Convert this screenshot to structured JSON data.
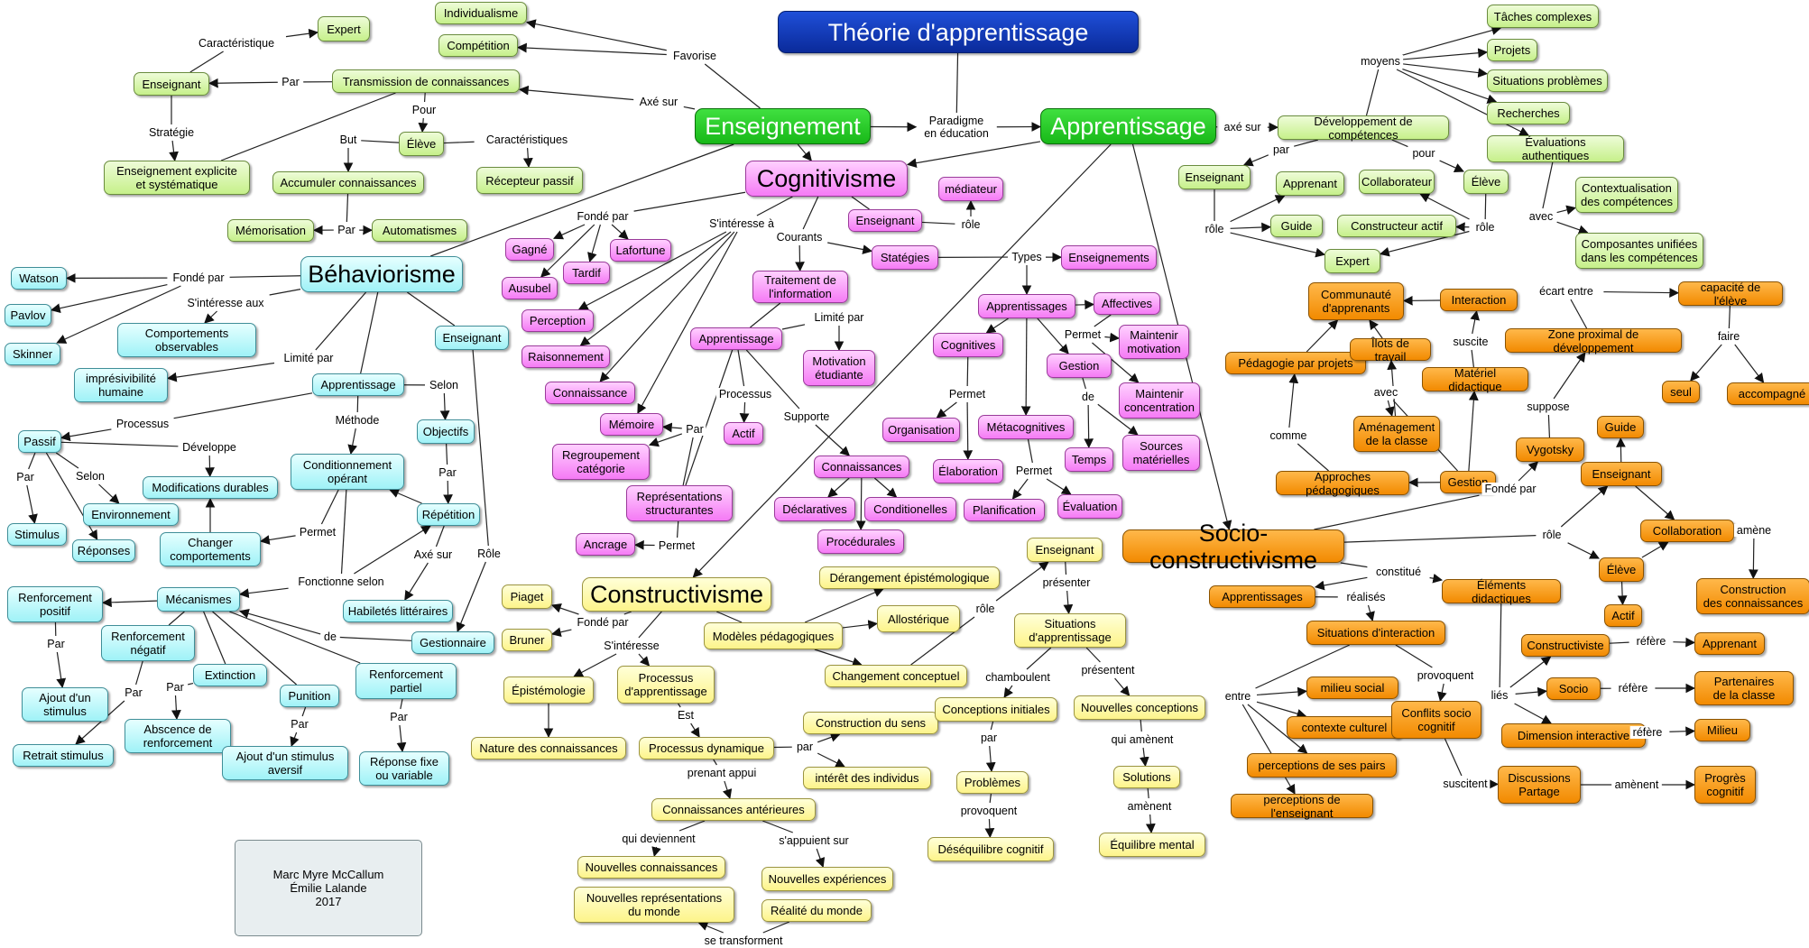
{
  "title": "Théorie d'apprentissage",
  "colors": {
    "green": "#c6f08a",
    "cyan": "#9ff2f7",
    "magenta": "#f57af5",
    "yellow": "#fdf48a",
    "orange": "#f28a00",
    "title_blue": "#0a2a9a",
    "dark_green": "#18b818"
  },
  "nodes": {
    "title": "Théorie d'apprentissage",
    "enseignement": "Enseignement",
    "apprentissage": "Apprentissage",
    "expert_g": "Expert",
    "individualisme": "Individualisme",
    "competition": "Compétition",
    "enseignant_g1": "Enseignant",
    "transmission": "Transmission de connaissances",
    "eleve_g1": "Élève",
    "ens_explicite": "Enseignement explicite\net systématique",
    "accumuler": "Accumuler connaissances",
    "recepteur": "Récepteur passif",
    "memorisation": "Mémorisation",
    "automatismes": "Automatismes",
    "taches": "Tâches complexes",
    "projets": "Projets",
    "situations_prob": "Situations problèmes",
    "recherches": "Recherches",
    "eval_auth": "Évaluations authentiques",
    "dev_comp": "Développement de compétences",
    "enseignant_g2": "Enseignant",
    "apprenant_g": "Apprenant",
    "collaborateur": "Collaborateur",
    "eleve_g2": "Élève",
    "guide_g": "Guide",
    "constructeur": "Constructeur actif",
    "expert_g2": "Expert",
    "context_comp": "Contextualisation\ndes compétences",
    "composantes": "Composantes unifiées\ndans les compétences",
    "behaviorisme": "Béhaviorisme",
    "watson": "Watson",
    "pavlov": "Pavlov",
    "skinner": "Skinner",
    "comportements": "Comportements\nobservables",
    "imprevisibilite": "imprésivibilité\nhumaine",
    "enseignant_c": "Enseignant",
    "apprentissage_c": "Apprentissage",
    "passif": "Passif",
    "objectifs": "Objectifs",
    "conditionnement": "Conditionnement\nopérant",
    "modifications": "Modifications durables",
    "environnement": "Environnement",
    "stimulus": "Stimulus",
    "reponses": "Réponses",
    "changer": "Changer\ncomportements",
    "repetition": "Répétition",
    "habiletes": "Habiletés littéraires",
    "mecanismes": "Mécanismes",
    "renf_positif": "Renforcement\npositif",
    "renf_negatif": "Renforcement\nnégatif",
    "extinction": "Extinction",
    "punition": "Punition",
    "renf_partiel": "Renforcement\npartiel",
    "gestionnaire": "Gestionnaire",
    "ajout_stimulus": "Ajout d'un\nstimulus",
    "retrait": "Retrait stimulus",
    "absence": "Abscence de\nrenforcement",
    "ajout_aversif": "Ajout d'un stimulus\naversif",
    "reponse_fixe": "Réponse fixe\nou variable",
    "cognitivisme": "Cognitivisme",
    "mediateur": "médiateur",
    "enseignant_p": "Enseignant",
    "gagne": "Gagné",
    "lafortune": "Lafortune",
    "tardif": "Tardif",
    "ausubel": "Ausubel",
    "traitement": "Traitement de\nl'information",
    "strategies": "Statégies",
    "enseignements": "Enseignements",
    "perception": "Perception",
    "raisonnement": "Raisonnement",
    "connaissance": "Connaissance",
    "apprentissage_p": "Apprentissage",
    "motivation": "Motivation\nétudiante",
    "memoire": "Mémoire",
    "actif_p": "Actif",
    "regroupement": "Regroupement\ncatégorie",
    "representations": "Représentations\nstructurantes",
    "ancrage": "Ancrage",
    "connaissances_p": "Connaissances",
    "declaratives": "Déclaratives",
    "conditionnelles": "Conditionelles",
    "procedurales": "Procédurales",
    "apprentissages_p": "Apprentissages",
    "affectives": "Affectives",
    "maintenir_motiv": "Maintenir\nmotivation",
    "cognitives": "Cognitives",
    "gestion_p": "Gestion",
    "maintenir_conc": "Maintenir\nconcentration",
    "organisation": "Organisation",
    "metacognitives": "Métacognitives",
    "elaboration": "Élaboration",
    "temps": "Temps",
    "sources": "Sources\nmatérielles",
    "planification": "Planification",
    "evaluation": "Évaluation",
    "constructivisme": "Constructivisme",
    "piaget": "Piaget",
    "bruner": "Bruner",
    "epistemologie": "Épistémologie",
    "nature": "Nature des connaissances",
    "processus_app": "Processus\nd'apprentissage",
    "modeles": "Modèles pédagogiques",
    "derangement": "Dérangement épistémologique",
    "allosterique": "Allostérique",
    "changement": "Changement conceptuel",
    "enseignant_y": "Enseignant",
    "situations_app": "Situations\nd'apprentissage",
    "processus_dyn": "Processus dynamique",
    "construction_sens": "Construction du sens",
    "interet": "intérêt des individus",
    "conceptions": "Conceptions initiales",
    "nouvelles_conc": "Nouvelles conceptions",
    "connaissances_ant": "Connaissances antérieures",
    "problemes": "Problèmes",
    "solutions": "Solutions",
    "nouvelles_conn": "Nouvelles connaissances",
    "nouvelles_exp": "Nouvelles expériences",
    "nouvelles_rep": "Nouvelles représentations\ndu monde",
    "realite": "Réalité du monde",
    "desequilibre": "Déséquilibre cognitif",
    "equilibre": "Équilibre mental",
    "socio": "Socio-constructivisme",
    "communaute": "Communauté\nd'apprenants",
    "interaction": "Interaction",
    "capacite": "capacité de l'élève",
    "zone": "Zone proximal de développement",
    "pedagogie_projets": "Pédagogie par projets",
    "ilots": "Îlots de travail",
    "materiel": "Matériel didactique",
    "seul": "seul",
    "accompagne": "accompagné",
    "amenagement": "Aménagement\nde la classe",
    "vygotsky": "Vygotsky",
    "guide_o": "Guide",
    "approches": "Approches pédagogiques",
    "gestion_o": "Gestion",
    "enseignant_o": "Enseignant",
    "collaboration": "Collaboration",
    "eleve_o": "Élève",
    "apprentissages_o": "Apprentissages",
    "elements": "Éléments didactiques",
    "construction_conn": "Construction\ndes connaissances",
    "actif_o": "Actif",
    "situations_inter": "Situations d'interaction",
    "constructiviste": "Constructiviste",
    "apprenant_o": "Apprenant",
    "milieu_social": "milieu social",
    "socio_o": "Socio",
    "partenaires": "Partenaires\nde la classe",
    "contexte": "contexte culturel",
    "conflits": "Conflits socio\ncognitif",
    "dimension": "Dimension interactive",
    "milieu": "Milieu",
    "perceptions_pairs": "perceptions de ses pairs",
    "discussions": "Discussions\nPartage",
    "progres": "Progrès\ncognitif",
    "perceptions_ens": "perceptions de l'enseignant",
    "credit": "Marc Myre McCallum\nÉmilie Lalande\n2017"
  },
  "link_labels": {
    "paradigme": "Paradigme\nen éducation",
    "favorise": "Favorise",
    "axe_sur": "Axé sur",
    "caracteristique": "Caractéristique",
    "par_g": "Par",
    "pour_g": "Pour",
    "strategie": "Stratégie",
    "but": "But",
    "caracteristiques": "Caractéristiques",
    "par_g2": "Par",
    "axe_sur_app": "axé sur",
    "moyens": "moyens",
    "par_g3": "par",
    "pour_g3": "pour",
    "role_g1": "rôle",
    "role_g2": "rôle",
    "avec_g": "avec",
    "fonde_par_c": "Fondé par",
    "sinteresse_aux": "S'intéresse aux",
    "limite_par_c": "Limité par",
    "selon_c": "Selon",
    "processus_c": "Processus",
    "methode": "Méthode",
    "developpe": "Développe",
    "par_c1": "Par",
    "selon_c2": "Selon",
    "par_c2": "Par",
    "permet_c": "Permet",
    "axe_sur_c": "Axé sur",
    "fonctionne_selon": "Fonctionne selon",
    "role_c": "Rôle",
    "de_c": "de",
    "par_c3": "Par",
    "par_c4": "Par",
    "par_c5": "Par",
    "par_c6": "Par",
    "role_p": "rôle",
    "fonde_par_p": "Fondé par",
    "sinteresse_a": "S'intéresse à",
    "courants": "Courants",
    "types": "Types",
    "limite_par_p": "Limité par",
    "processus_p": "Processus",
    "par_p": "Par",
    "supporte": "Supporte",
    "permet_p1": "Permet",
    "permet_p2": "Permet",
    "de_p": "de",
    "permet_p3": "Permet",
    "permet_p4": "Permet",
    "fonde_par_y": "Fondé par",
    "sinteresse_y": "S'intéresse",
    "role_y": "rôle",
    "presenter": "présenter",
    "est": "Est",
    "par_y": "par",
    "chamboulent": "chamboulent",
    "presentent": "présentent",
    "prenant_appui": "prenant appui",
    "par_y2": "par",
    "qui_amenent": "qui amènent",
    "qui_deviennent": "qui deviennent",
    "sappuient_sur": "s'appuient sur",
    "provoquent_y": "provoquent",
    "amenent_y": "amènent",
    "se_transforment": "se transforment",
    "ecart_entre": "écart entre",
    "suscite": "suscite",
    "faire": "faire",
    "avec_o": "avec",
    "comme": "comme",
    "suppose": "suppose",
    "fonde_par_o": "Fondé par",
    "role_o": "rôle",
    "amene_o": "amène",
    "constitue": "constitué",
    "realises": "réalisés",
    "refere1": "réfère",
    "entre": "entre",
    "provoquent_o": "provoquent",
    "refere2": "réfère",
    "lies": "liés",
    "refere3": "réfère",
    "suscitent": "suscitent",
    "amenent_o": "amènent"
  }
}
